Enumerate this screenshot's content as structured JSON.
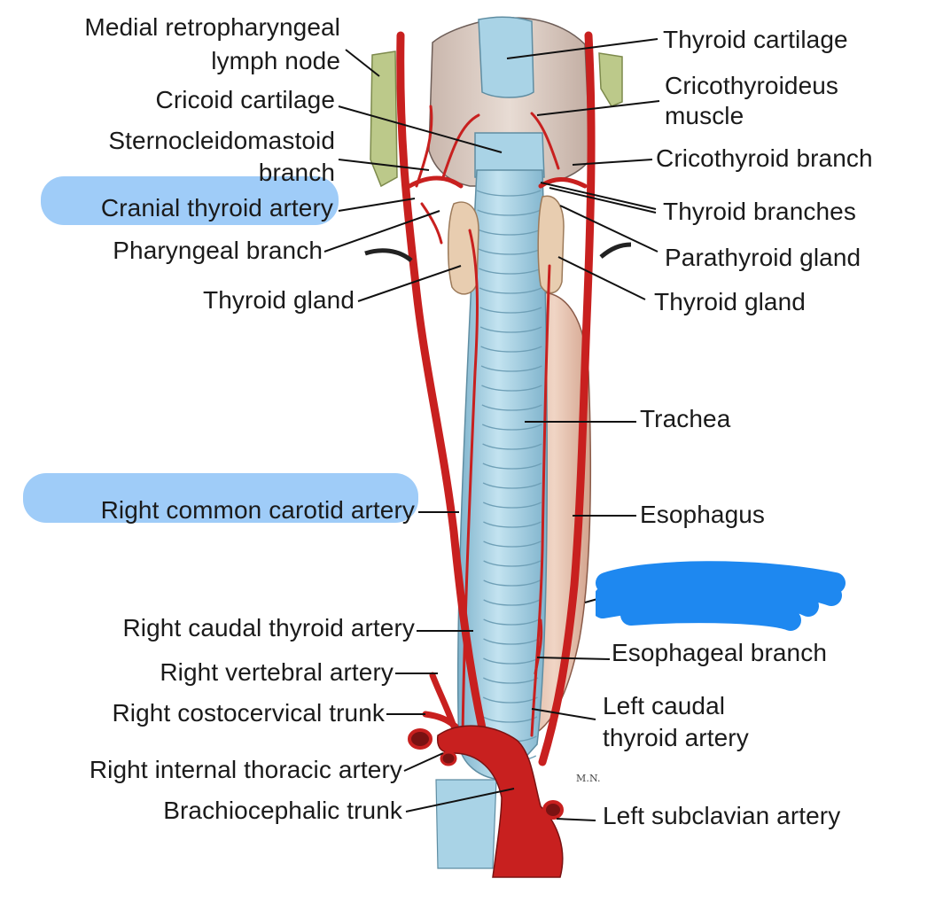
{
  "labels": {
    "medial_retropharyngeal_1": "Medial retropharyngeal",
    "medial_retropharyngeal_2": "lymph node",
    "cricoid_cartilage": "Cricoid cartilage",
    "sternocleidomastoid_1": "Sternocleidomastoid",
    "sternocleidomastoid_2": "branch",
    "cranial_thyroid_artery": "Cranial thyroid artery",
    "pharyngeal_branch": "Pharyngeal branch",
    "thyroid_gland_right": "Thyroid gland",
    "right_common_carotid": "Right common carotid artery",
    "right_caudal_thyroid": "Right caudal thyroid artery",
    "right_vertebral": "Right vertebral artery",
    "right_costocervical": "Right costocervical trunk",
    "right_internal_thoracic": "Right internal thoracic artery",
    "brachiocephalic_trunk": "Brachiocephalic trunk",
    "thyroid_cartilage": "Thyroid cartilage",
    "cricothyroideus_1": "Cricothyroideus",
    "cricothyroideus_2": "muscle",
    "cricothyroid_branch": "Cricothyroid branch",
    "thyroid_branches": "Thyroid branches",
    "parathyroid_gland": "Parathyroid gland",
    "thyroid_gland_left": "Thyroid gland",
    "trachea": "Trachea",
    "esophagus": "Esophagus",
    "esophageal_branch": "Esophageal branch",
    "left_caudal_thyroid_1": "Left caudal",
    "left_caudal_thyroid_2": "thyroid artery",
    "left_subclavian": "Left subclavian artery"
  },
  "signature": "M.N.",
  "colors": {
    "highlight": "#8ec3f7",
    "scribble": "#1e88f0",
    "artery": "#c8201f",
    "trachea": "#a9d3e6",
    "thyroid": "#e8cdb0",
    "esophagus": "#e9c6b4"
  }
}
